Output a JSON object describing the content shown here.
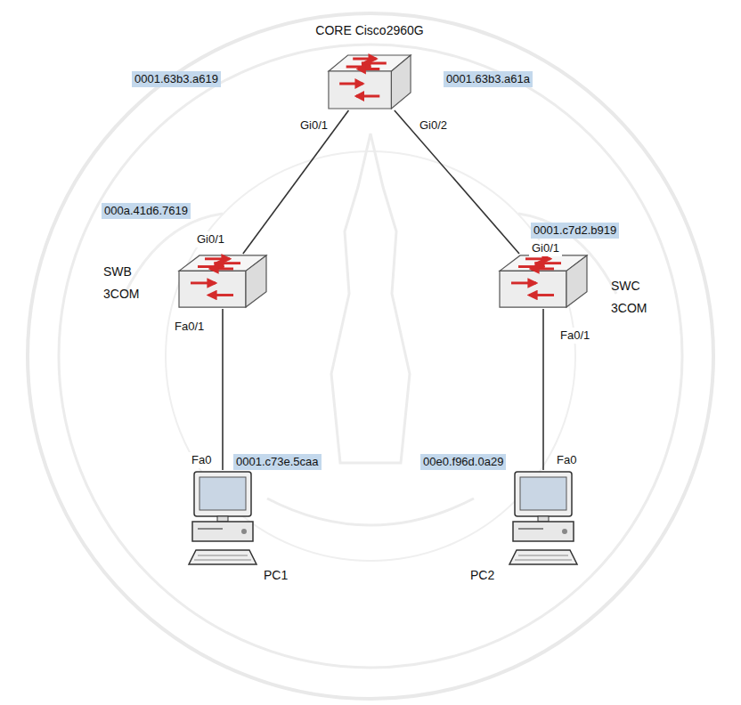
{
  "diagram": {
    "nodes": [
      {
        "text": [
          "CORE Cisco2960G"
        ]
      },
      {
        "text": [
          "SWB 3COM"
        ]
      },
      {
        "text": [
          "SWC 3COM"
        ]
      },
      {
        "text": [
          "PC1"
        ]
      },
      {
        "text": [
          "PC2"
        ]
      }
    ],
    "edges": [
      {
        "from": 0,
        "to": 1,
        "arrow": "none"
      },
      {
        "from": 0,
        "to": 2,
        "arrow": "none"
      },
      {
        "from": 1,
        "to": 3,
        "arrow": "none"
      },
      {
        "from": 2,
        "to": 4,
        "arrow": "none"
      }
    ],
    "labels": [
      "0001.63b3.a619",
      "Gi0/1",
      "0001.63b3.a61a",
      "Gi0/2",
      "000a.41d6.7619",
      "Gi0/1",
      "0001.c7d2.b919",
      "Gi0/1",
      "Fa0/1",
      "Fa0/1",
      "Fa0",
      "0001.c73e.5caa",
      "00e0.f96d.0a29",
      "Fa0"
    ]
  }
}
